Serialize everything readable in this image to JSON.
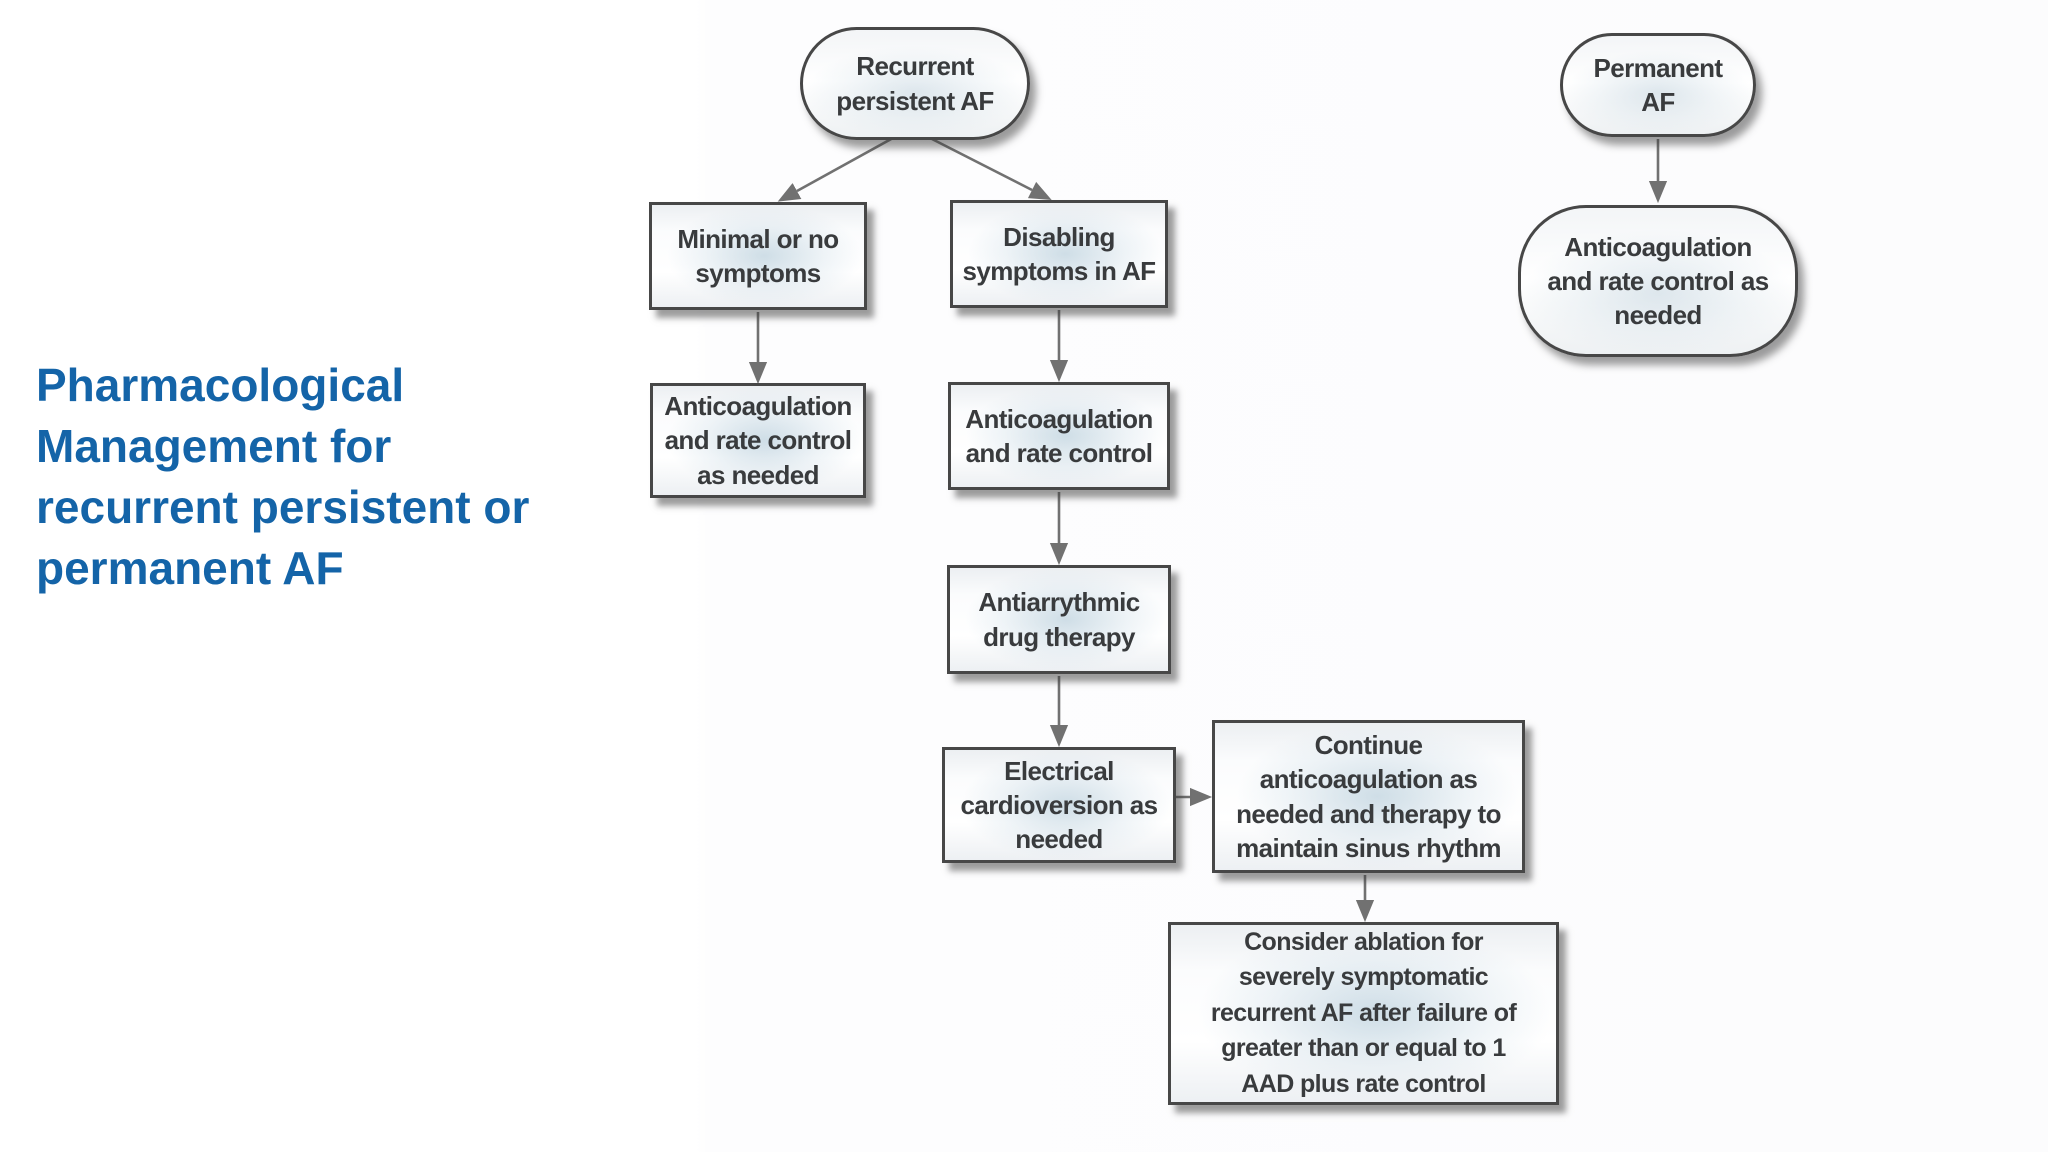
{
  "diagram": {
    "title": {
      "text": "Pharmacological Management for recurrent persistent or permanent AF",
      "display": "Pharmacological\nManagement for\nrecurrent persistent or\npermanent AF",
      "color": "#1464a8"
    },
    "nodes": {
      "recurrent_persistent_af": {
        "shape": "stadium",
        "label": "Recurrent\npersistent AF"
      },
      "minimal_or_no_symptoms": {
        "shape": "rectangle",
        "label": "Minimal or no\nsymptoms"
      },
      "anticoagulation_rate_control_as_needed_left": {
        "shape": "rectangle",
        "label": "Anticoagulation\nand rate control\nas needed"
      },
      "disabling_symptoms_in_af": {
        "shape": "rectangle",
        "label": "Disabling\nsymptoms in AF"
      },
      "anticoagulation_and_rate_control": {
        "shape": "rectangle",
        "label": "Anticoagulation\nand rate control"
      },
      "antiarrythmic_drug_therapy": {
        "shape": "rectangle",
        "label": "Antiarrythmic\ndrug therapy"
      },
      "electrical_cardioversion_as_needed": {
        "shape": "rectangle",
        "label": "Electrical\ncardioversion as\nneeded"
      },
      "continue_anticoagulation": {
        "shape": "rectangle",
        "label": "Continue\nanticoagulation as\nneeded and therapy to\nmaintain sinus rhythm"
      },
      "consider_ablation": {
        "shape": "rectangle",
        "label": "Consider ablation for\nseverely symptomatic\nrecurrent AF after failure of\ngreater than or equal to 1\nAAD plus rate control"
      },
      "permanent_af": {
        "shape": "stadium",
        "label": "Permanent\nAF"
      },
      "anticoagulation_rate_control_as_needed_right": {
        "shape": "stadium",
        "label": "Anticoagulation\nand rate control as\nneeded"
      }
    },
    "edges": [
      {
        "from": "recurrent_persistent_af",
        "to": "minimal_or_no_symptoms"
      },
      {
        "from": "recurrent_persistent_af",
        "to": "disabling_symptoms_in_af"
      },
      {
        "from": "minimal_or_no_symptoms",
        "to": "anticoagulation_rate_control_as_needed_left"
      },
      {
        "from": "disabling_symptoms_in_af",
        "to": "anticoagulation_and_rate_control"
      },
      {
        "from": "anticoagulation_and_rate_control",
        "to": "antiarrythmic_drug_therapy"
      },
      {
        "from": "antiarrythmic_drug_therapy",
        "to": "electrical_cardioversion_as_needed"
      },
      {
        "from": "electrical_cardioversion_as_needed",
        "to": "continue_anticoagulation"
      },
      {
        "from": "continue_anticoagulation",
        "to": "consider_ablation"
      },
      {
        "from": "permanent_af",
        "to": "anticoagulation_rate_control_as_needed_right"
      }
    ],
    "colors": {
      "title_blue": "#1464a8",
      "node_border": "#474747",
      "node_text": "#393b3d",
      "connector_gray": "#717171",
      "node_fill_tint": "#cfdde6",
      "background": "#ffffff"
    }
  }
}
